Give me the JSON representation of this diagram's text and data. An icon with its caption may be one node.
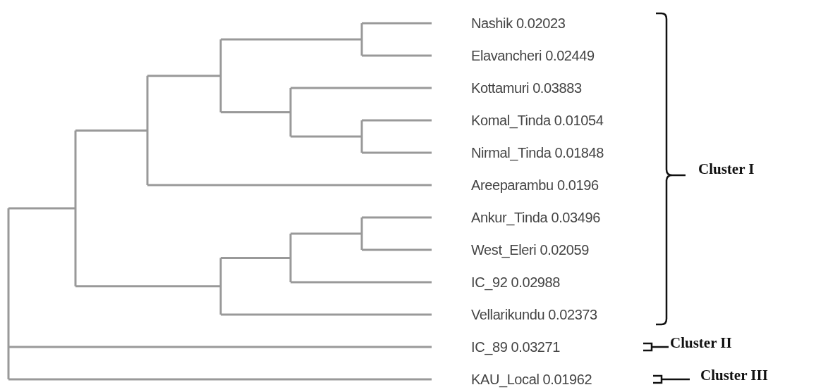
{
  "diagram": {
    "labels": [
      "Nashik 0.02023",
      "Elavancheri 0.02449",
      "Kottamuri 0.03883",
      "Komal_Tinda 0.01054",
      "Nirmal_Tinda 0.01848",
      "Areeparambu 0.0196",
      "Ankur_Tinda 0.03496",
      "West_Eleri 0.02059",
      "IC_92 0.02988",
      "Vellarikundu 0.02373",
      "IC_89 0.03271",
      "KAU_Local 0.01962",
      "Cluster I",
      "Cluster II",
      "Cluster III"
    ]
  }
}
